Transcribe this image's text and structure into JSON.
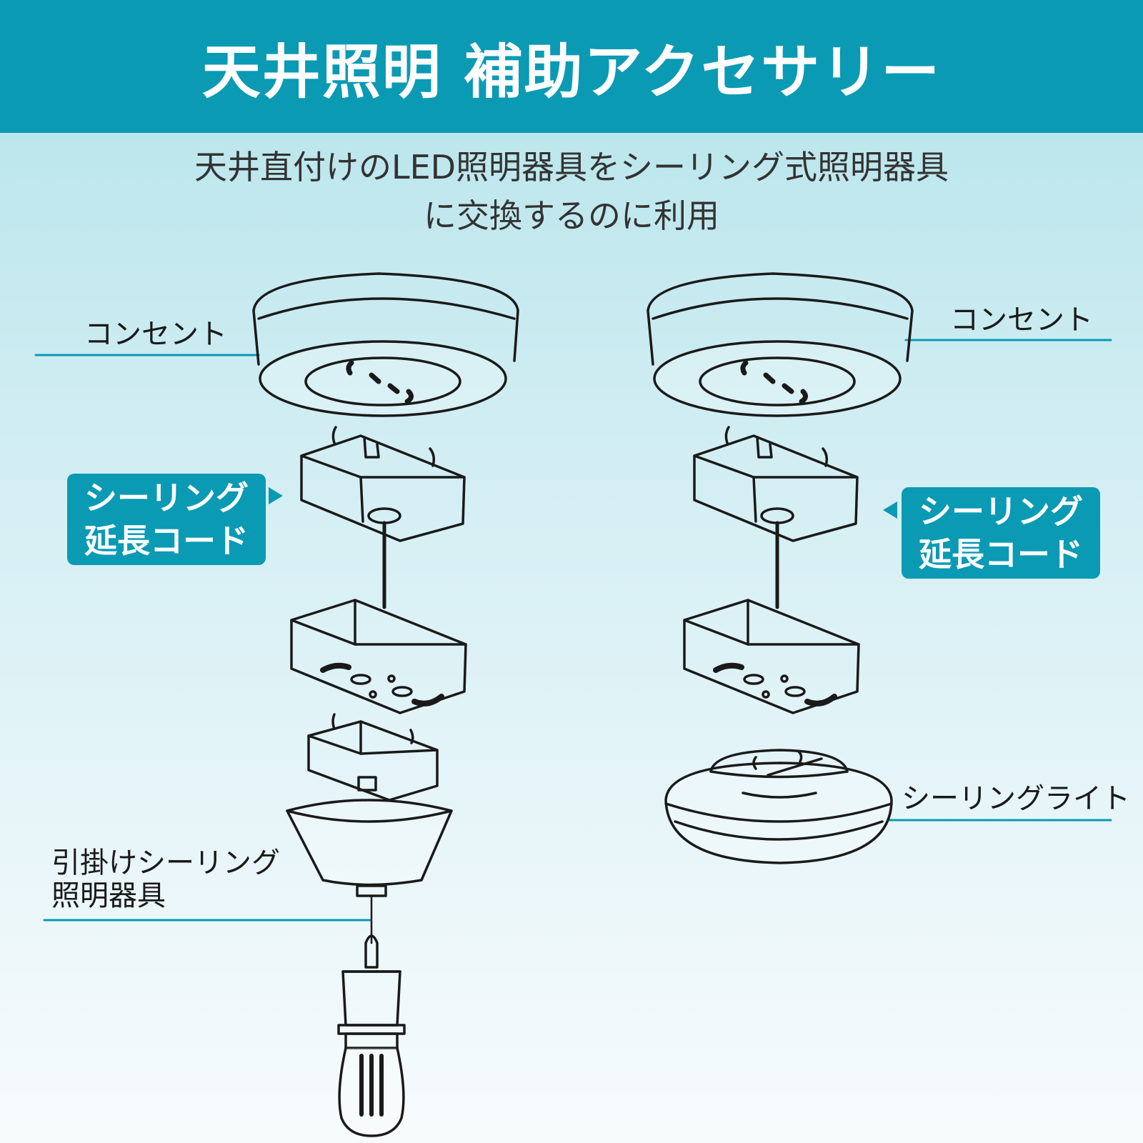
{
  "header": {
    "title": "天井照明 補助アクセサリー"
  },
  "subtitle": {
    "line1": "天井直付けのLED照明器具をシーリング式照明器具",
    "line2": "に交換するのに利用"
  },
  "left": {
    "outlet_label": "コンセント",
    "cord_badge": {
      "line1": "シーリング",
      "line2": "延長コード"
    },
    "pendant_label": {
      "line1": "引掛けシーリング",
      "line2": "照明器具"
    }
  },
  "right": {
    "outlet_label": "コンセント",
    "cord_badge": {
      "line1": "シーリング",
      "line2": "延長コード"
    },
    "ceiling_light_label": "シーリングライト"
  },
  "colors": {
    "accent": "#0a9ab4",
    "line": "#1a1a1a"
  }
}
